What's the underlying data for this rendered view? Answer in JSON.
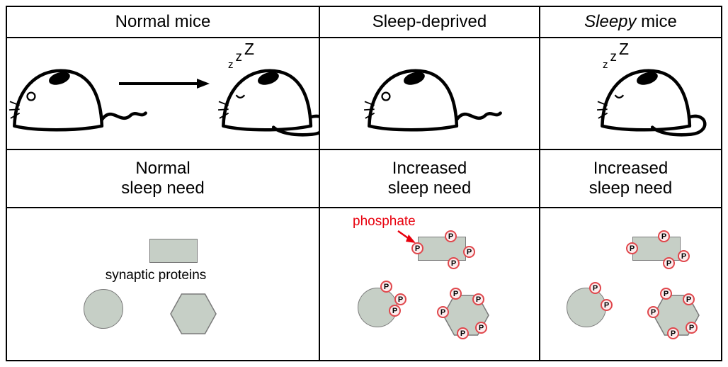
{
  "columns": [
    {
      "header": "Normal mice",
      "sleep_need_line1": "Normal",
      "sleep_need_line2": "sleep need"
    },
    {
      "header": "Sleep-deprived",
      "sleep_need_line1": "Increased",
      "sleep_need_line2": "sleep need"
    },
    {
      "header_italic": "Sleepy",
      "header_rest": " mice",
      "sleep_need_line1": "Increased",
      "sleep_need_line2": "sleep need"
    }
  ],
  "labels": {
    "synaptic_proteins": "synaptic proteins",
    "phosphate": "phosphate",
    "p_badge": "P"
  },
  "zzz": {
    "z1": "z",
    "z2": "z",
    "z3": "Z"
  },
  "colors": {
    "shape_fill": "#c6cfc6",
    "shape_border": "#7a7a7a",
    "badge_border": "#e0474c",
    "badge_fill": "#fcedee",
    "phosphate_text": "#e8000d",
    "table_border": "#000000",
    "mouse_outline": "#000000"
  }
}
